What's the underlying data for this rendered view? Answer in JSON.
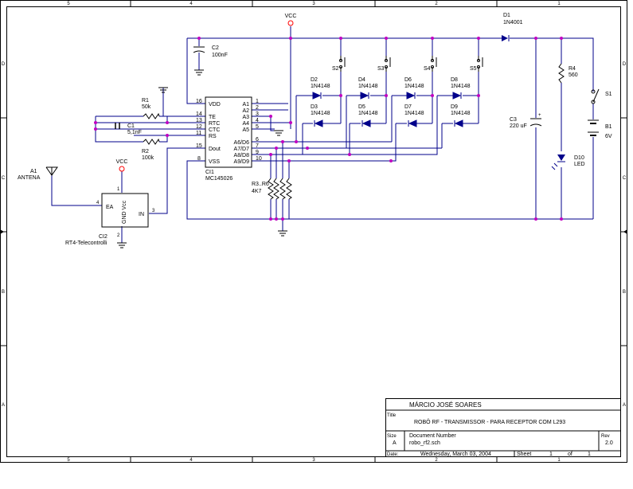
{
  "frame": {
    "columns_top": [
      "5",
      "4",
      "3",
      "2",
      "1"
    ],
    "columns_bottom": [
      "5",
      "4",
      "3",
      "2",
      "1"
    ],
    "rows_left": [
      "D",
      "C",
      "B",
      "A"
    ],
    "rows_right": [
      "D",
      "C",
      "B",
      "A"
    ]
  },
  "power": {
    "vcc_label": "VCC"
  },
  "components": {
    "c2": {
      "ref": "C2",
      "value": "100nF"
    },
    "ci1": {
      "ref": "CI1",
      "part": "MC145026",
      "left_pins": [
        {
          "num": "16",
          "name": "VDD"
        },
        {
          "num": "14",
          "name": "TE"
        },
        {
          "num": "13",
          "name": "RTC"
        },
        {
          "num": "12",
          "name": "CTC"
        },
        {
          "num": "11",
          "name": "RS"
        },
        {
          "num": "15",
          "name": "Dout"
        },
        {
          "num": "8",
          "name": "VSS"
        }
      ],
      "right_pins": [
        {
          "num": "1",
          "name": "A1"
        },
        {
          "num": "2",
          "name": "A2"
        },
        {
          "num": "3",
          "name": "A3"
        },
        {
          "num": "4",
          "name": "A4"
        },
        {
          "num": "5",
          "name": "A5"
        },
        {
          "num": "6",
          "name": "A6/D6"
        },
        {
          "num": "7",
          "name": "A7/D7"
        },
        {
          "num": "9",
          "name": "A8/D8"
        },
        {
          "num": "10",
          "name": "A9/D9"
        }
      ]
    },
    "r1": {
      "ref": "R1",
      "value": "50k"
    },
    "c1": {
      "ref": "C1",
      "value": "5,1nF"
    },
    "r2": {
      "ref": "R2",
      "value": "100k"
    },
    "a1": {
      "ref": "A1",
      "value": "ANTENA"
    },
    "ci2": {
      "ref": "CI2",
      "part": "RT4-Telecontrolli",
      "pin_ea": "EA",
      "pin_in": "IN",
      "pin_gnd_vcc": "GND Vcc",
      "pin4": "4",
      "pin3": "3",
      "pin1": "1",
      "pin2": "2"
    },
    "r3r6": {
      "ref": "R3..R6",
      "value": "4K7"
    },
    "switches": [
      "S2",
      "S3",
      "S4",
      "S5"
    ],
    "diodes_top": [
      {
        "ref": "D2",
        "part": "1N4148"
      },
      {
        "ref": "D4",
        "part": "1N4148"
      },
      {
        "ref": "D6",
        "part": "1N4148"
      },
      {
        "ref": "D8",
        "part": "1N4148"
      }
    ],
    "diodes_bottom": [
      {
        "ref": "D3",
        "part": "1N4148"
      },
      {
        "ref": "D5",
        "part": "1N4148"
      },
      {
        "ref": "D7",
        "part": "1N4148"
      },
      {
        "ref": "D9",
        "part": "1N4148"
      }
    ],
    "d1": {
      "ref": "D1",
      "part": "1N4001"
    },
    "c3": {
      "ref": "C3",
      "value": "220 uF"
    },
    "r4": {
      "ref": "R4",
      "value": "560"
    },
    "s1": {
      "ref": "S1"
    },
    "b1": {
      "ref": "B1",
      "value": "6V"
    },
    "d10": {
      "ref": "D10",
      "value": "LED"
    }
  },
  "title_block": {
    "author": "MÁRCIO JOSÉ SOARES",
    "title_label": "Title",
    "title": "ROBÔ RF - TRANSMISSOR - PARA RECEPTOR COM L293",
    "size_label": "Size",
    "size": "A",
    "docnum_label": "Document Number",
    "docnum": "robo_rf2.sch",
    "rev_label": "Rev",
    "rev": "2.0",
    "date_label": "Date:",
    "date": "Wednesday, March 03, 2004",
    "sheet_label": "Sheet",
    "sheet_num": "1",
    "of_label": "of",
    "sheet_total": "1"
  },
  "colors": {
    "wire": "#00008b",
    "junction": "#c000c0",
    "part": "#00008b",
    "pin_open": "#ff0000"
  }
}
